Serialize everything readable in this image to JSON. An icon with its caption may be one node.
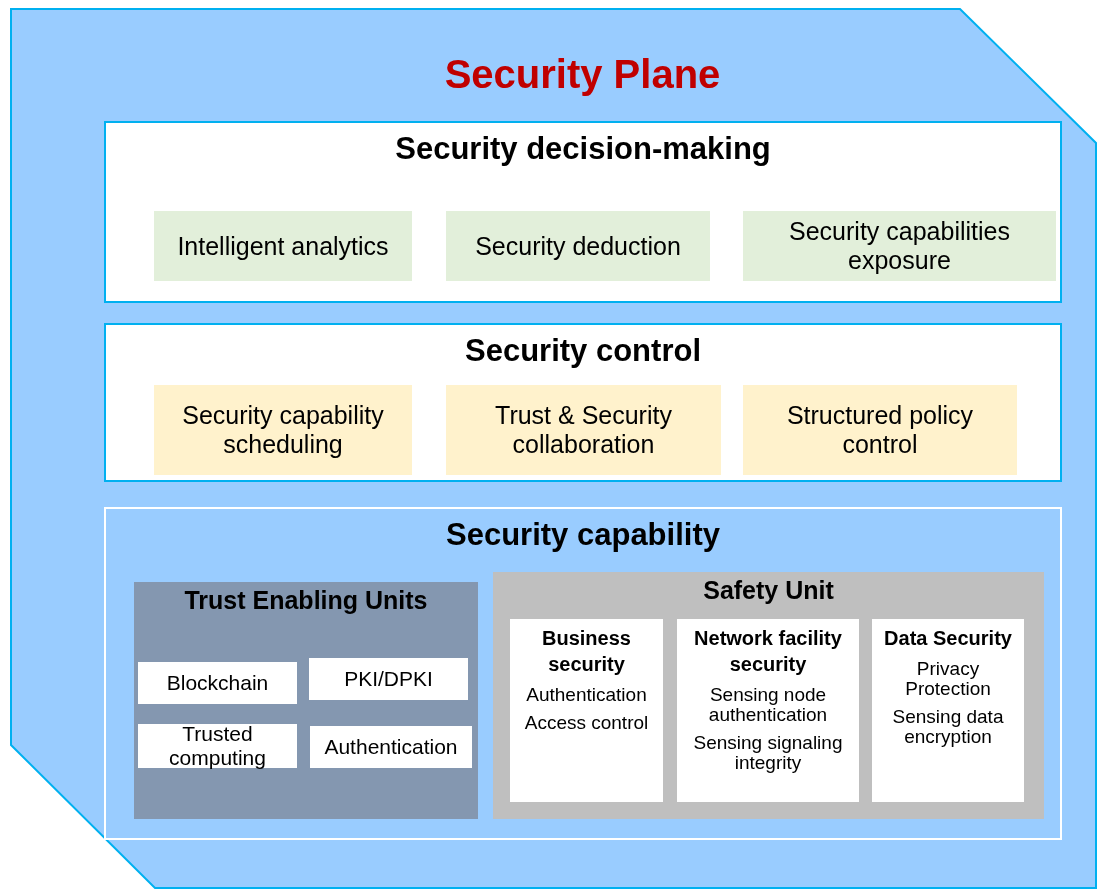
{
  "diagram": {
    "nodes": [
      {
        "text": [
          "Security Plane"
        ]
      },
      {
        "text": [
          "Security decision-making"
        ],
        "in": 0
      },
      {
        "text": [
          "Intelligent analytics"
        ],
        "in": 1
      },
      {
        "text": [
          "Security deduction"
        ],
        "in": 1
      },
      {
        "text": [
          "Security capabilities exposure"
        ],
        "in": 1
      },
      {
        "text": [
          "Security control"
        ],
        "in": 0
      },
      {
        "text": [
          "Security capability scheduling"
        ],
        "in": 5
      },
      {
        "text": [
          "Trust & Security collaboration"
        ],
        "in": 5
      },
      {
        "text": [
          "Structured policy control"
        ],
        "in": 5
      },
      {
        "text": [
          "Security capability"
        ],
        "in": 0
      },
      {
        "text": [
          "Trust Enabling Units"
        ],
        "in": 9
      },
      {
        "text": [
          "Blockchain"
        ],
        "in": 10
      },
      {
        "text": [
          "PKI/DPKI"
        ],
        "in": 10
      },
      {
        "text": [
          "Trusted computing"
        ],
        "in": 10
      },
      {
        "text": [
          "Authentication"
        ],
        "in": 10
      },
      {
        "text": [
          "Safety Unit"
        ],
        "in": 9
      },
      {
        "text": [
          "Business security",
          "Authentication",
          "Access control"
        ],
        "in": 15
      },
      {
        "text": [
          "Network facility security",
          "Sensing node authentication",
          "Sensing signaling integrity"
        ],
        "in": 15
      },
      {
        "text": [
          "Data Security",
          "Privacy Protection",
          "Sensing data encryption"
        ],
        "in": 15
      }
    ],
    "edges": []
  }
}
